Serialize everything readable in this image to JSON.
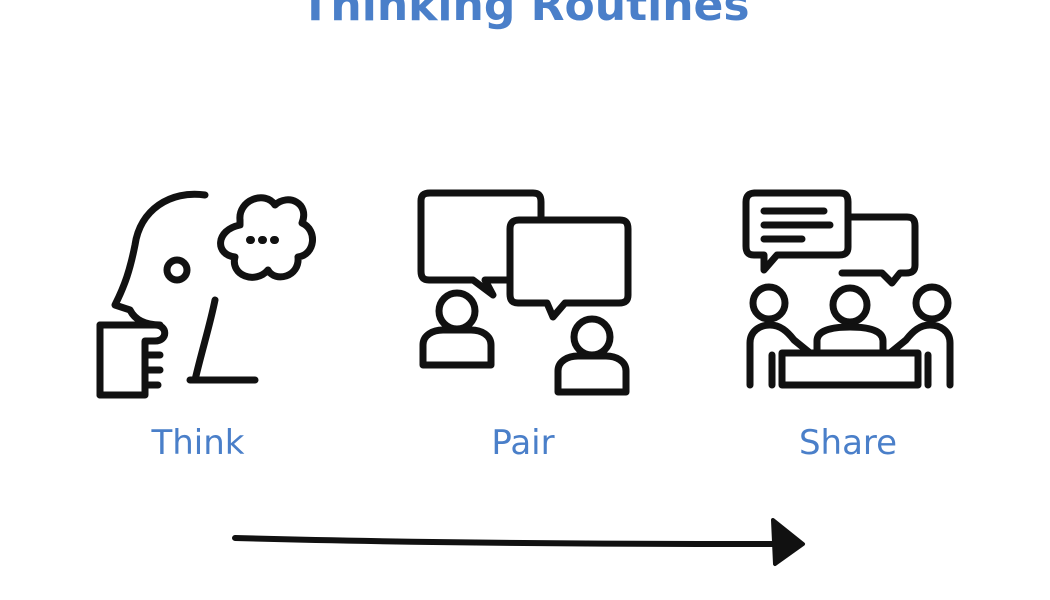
{
  "title": "Thinking Routines",
  "steps": [
    {
      "label": "Think",
      "icon": "thinking-head-icon"
    },
    {
      "label": "Pair",
      "icon": "pair-conversation-icon"
    },
    {
      "label": "Share",
      "icon": "group-share-icon"
    }
  ],
  "colors": {
    "accent": "#4a7fc9",
    "ink": "#111111",
    "background": "#ffffff"
  }
}
